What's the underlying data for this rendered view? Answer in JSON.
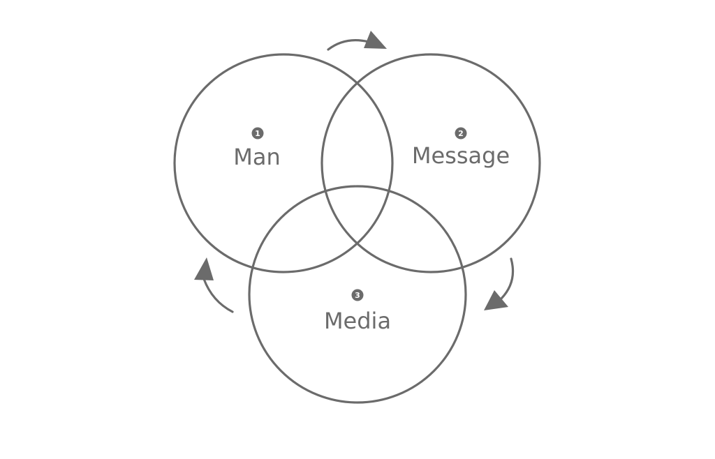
{
  "diagram": {
    "nodes": [
      {
        "id": "man",
        "number": "1",
        "label": "Man"
      },
      {
        "id": "message",
        "number": "2",
        "label": "Message"
      },
      {
        "id": "media",
        "number": "3",
        "label": "Media"
      }
    ],
    "style": {
      "stroke_color": "#6b6b6b",
      "background_color": "#ffffff"
    }
  }
}
